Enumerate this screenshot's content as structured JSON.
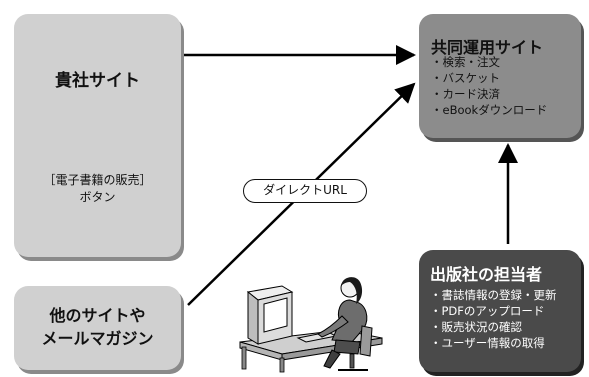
{
  "nodes": {
    "our_site": {
      "title": "貴社サイト",
      "button_line1": "［電子書籍の販売］",
      "button_line2": "ボタン"
    },
    "other_sites": {
      "line1": "他のサイトや",
      "line2": "メールマガジン"
    },
    "shared_site": {
      "title": "共同運用サイト",
      "items": [
        "・検索・注文",
        "・バスケット",
        "・カード決済",
        "・eBookダウンロード"
      ]
    },
    "publisher": {
      "title": "出版社の担当者",
      "items": [
        "・書誌情報の登録・更新",
        "・PDFのアップロード",
        "・販売状況の確認",
        "・ユーザー情報の取得"
      ]
    }
  },
  "edges": {
    "direct_label": "ダイレクトURL"
  },
  "colors": {
    "light_box": "#d0d0d0",
    "mid_box": "#8c8c8c",
    "dark_box": "#4a4a4a",
    "arrow": "#000000"
  },
  "icons": {
    "person": "person-at-computer-icon"
  }
}
